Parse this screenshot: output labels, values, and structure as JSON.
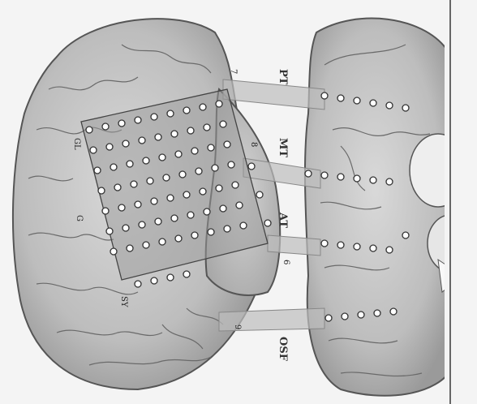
{
  "figure": {
    "labels": {
      "pt": "PT",
      "mt": "MT",
      "at": "AT",
      "osf": "OSF",
      "g": "G",
      "sy": "SY",
      "gl": "GL",
      "n7": "7",
      "n8": "8",
      "n9": "9",
      "n6": "6"
    }
  }
}
